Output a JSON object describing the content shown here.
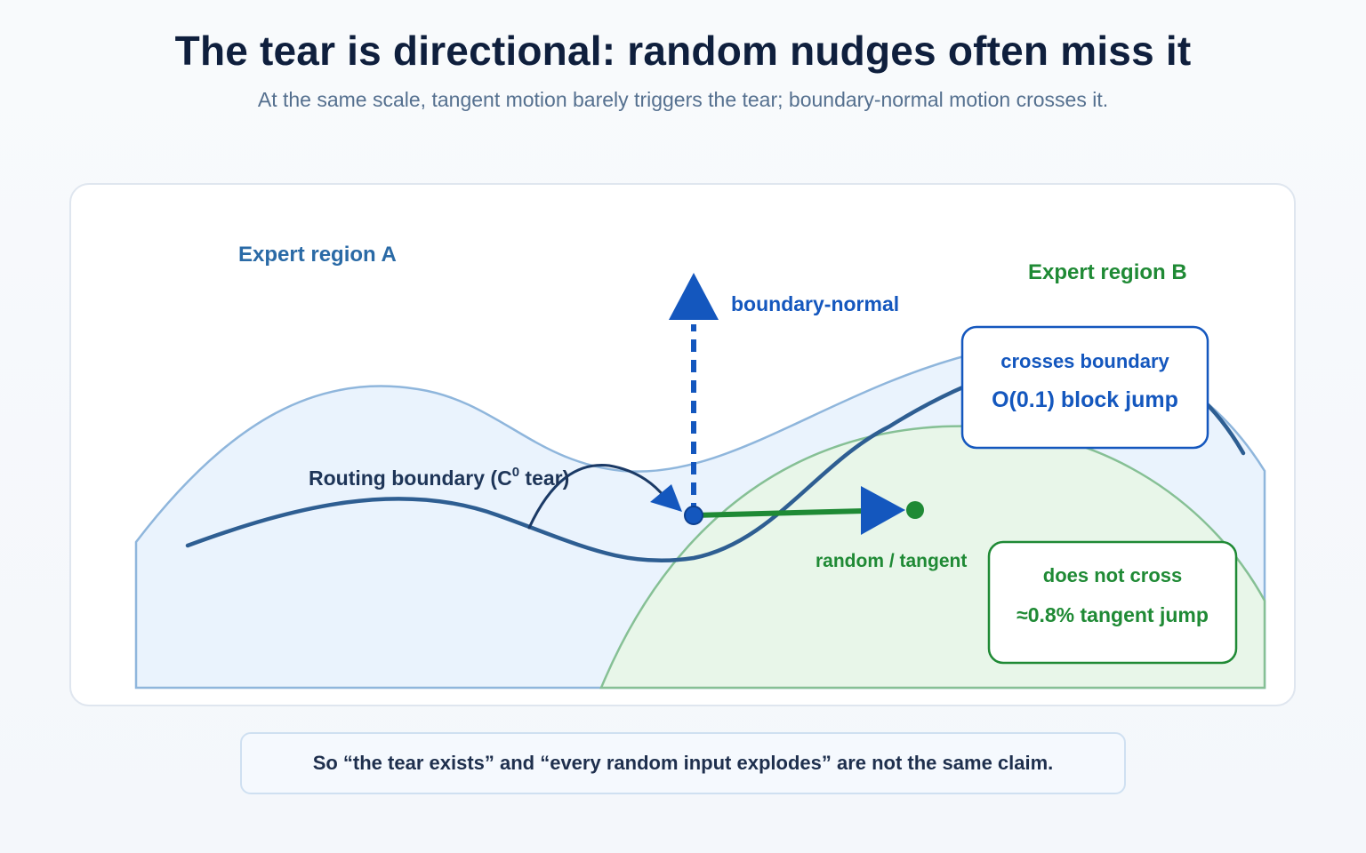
{
  "header": {
    "title": "The tear is directional: random nudges often miss it",
    "subtitle": "At the same scale, tangent motion barely triggers the tear; boundary-normal motion crosses it."
  },
  "diagram": {
    "region_a_label": "Expert region A",
    "region_b_label": "Expert region B",
    "boundary_label_prefix": "Routing boundary (C",
    "boundary_label_sup": "0",
    "boundary_label_suffix": " tear)",
    "normal_arrow_label": "boundary-normal",
    "tangent_arrow_label": "random / tangent",
    "crosses_box": {
      "line1": "crosses boundary",
      "line2": "O(0.1) block jump"
    },
    "not_cross_box": {
      "line1": "does not cross",
      "line2": "≈0.8% tangent jump"
    },
    "colors": {
      "region_a_fill": "#eaf3fd",
      "region_a_stroke": "#8fb6dc",
      "region_b_fill": "#e8f6e9",
      "region_b_stroke": "#86c095",
      "boundary": "#2e5e92",
      "normal_arrow": "#1457be",
      "tangent_arrow": "#1f8a35",
      "text_blue": "#2a6aa6",
      "text_green": "#1f8a35"
    }
  },
  "footer": {
    "text": "So “the tear exists” and “every random input explodes” are not the same claim."
  }
}
